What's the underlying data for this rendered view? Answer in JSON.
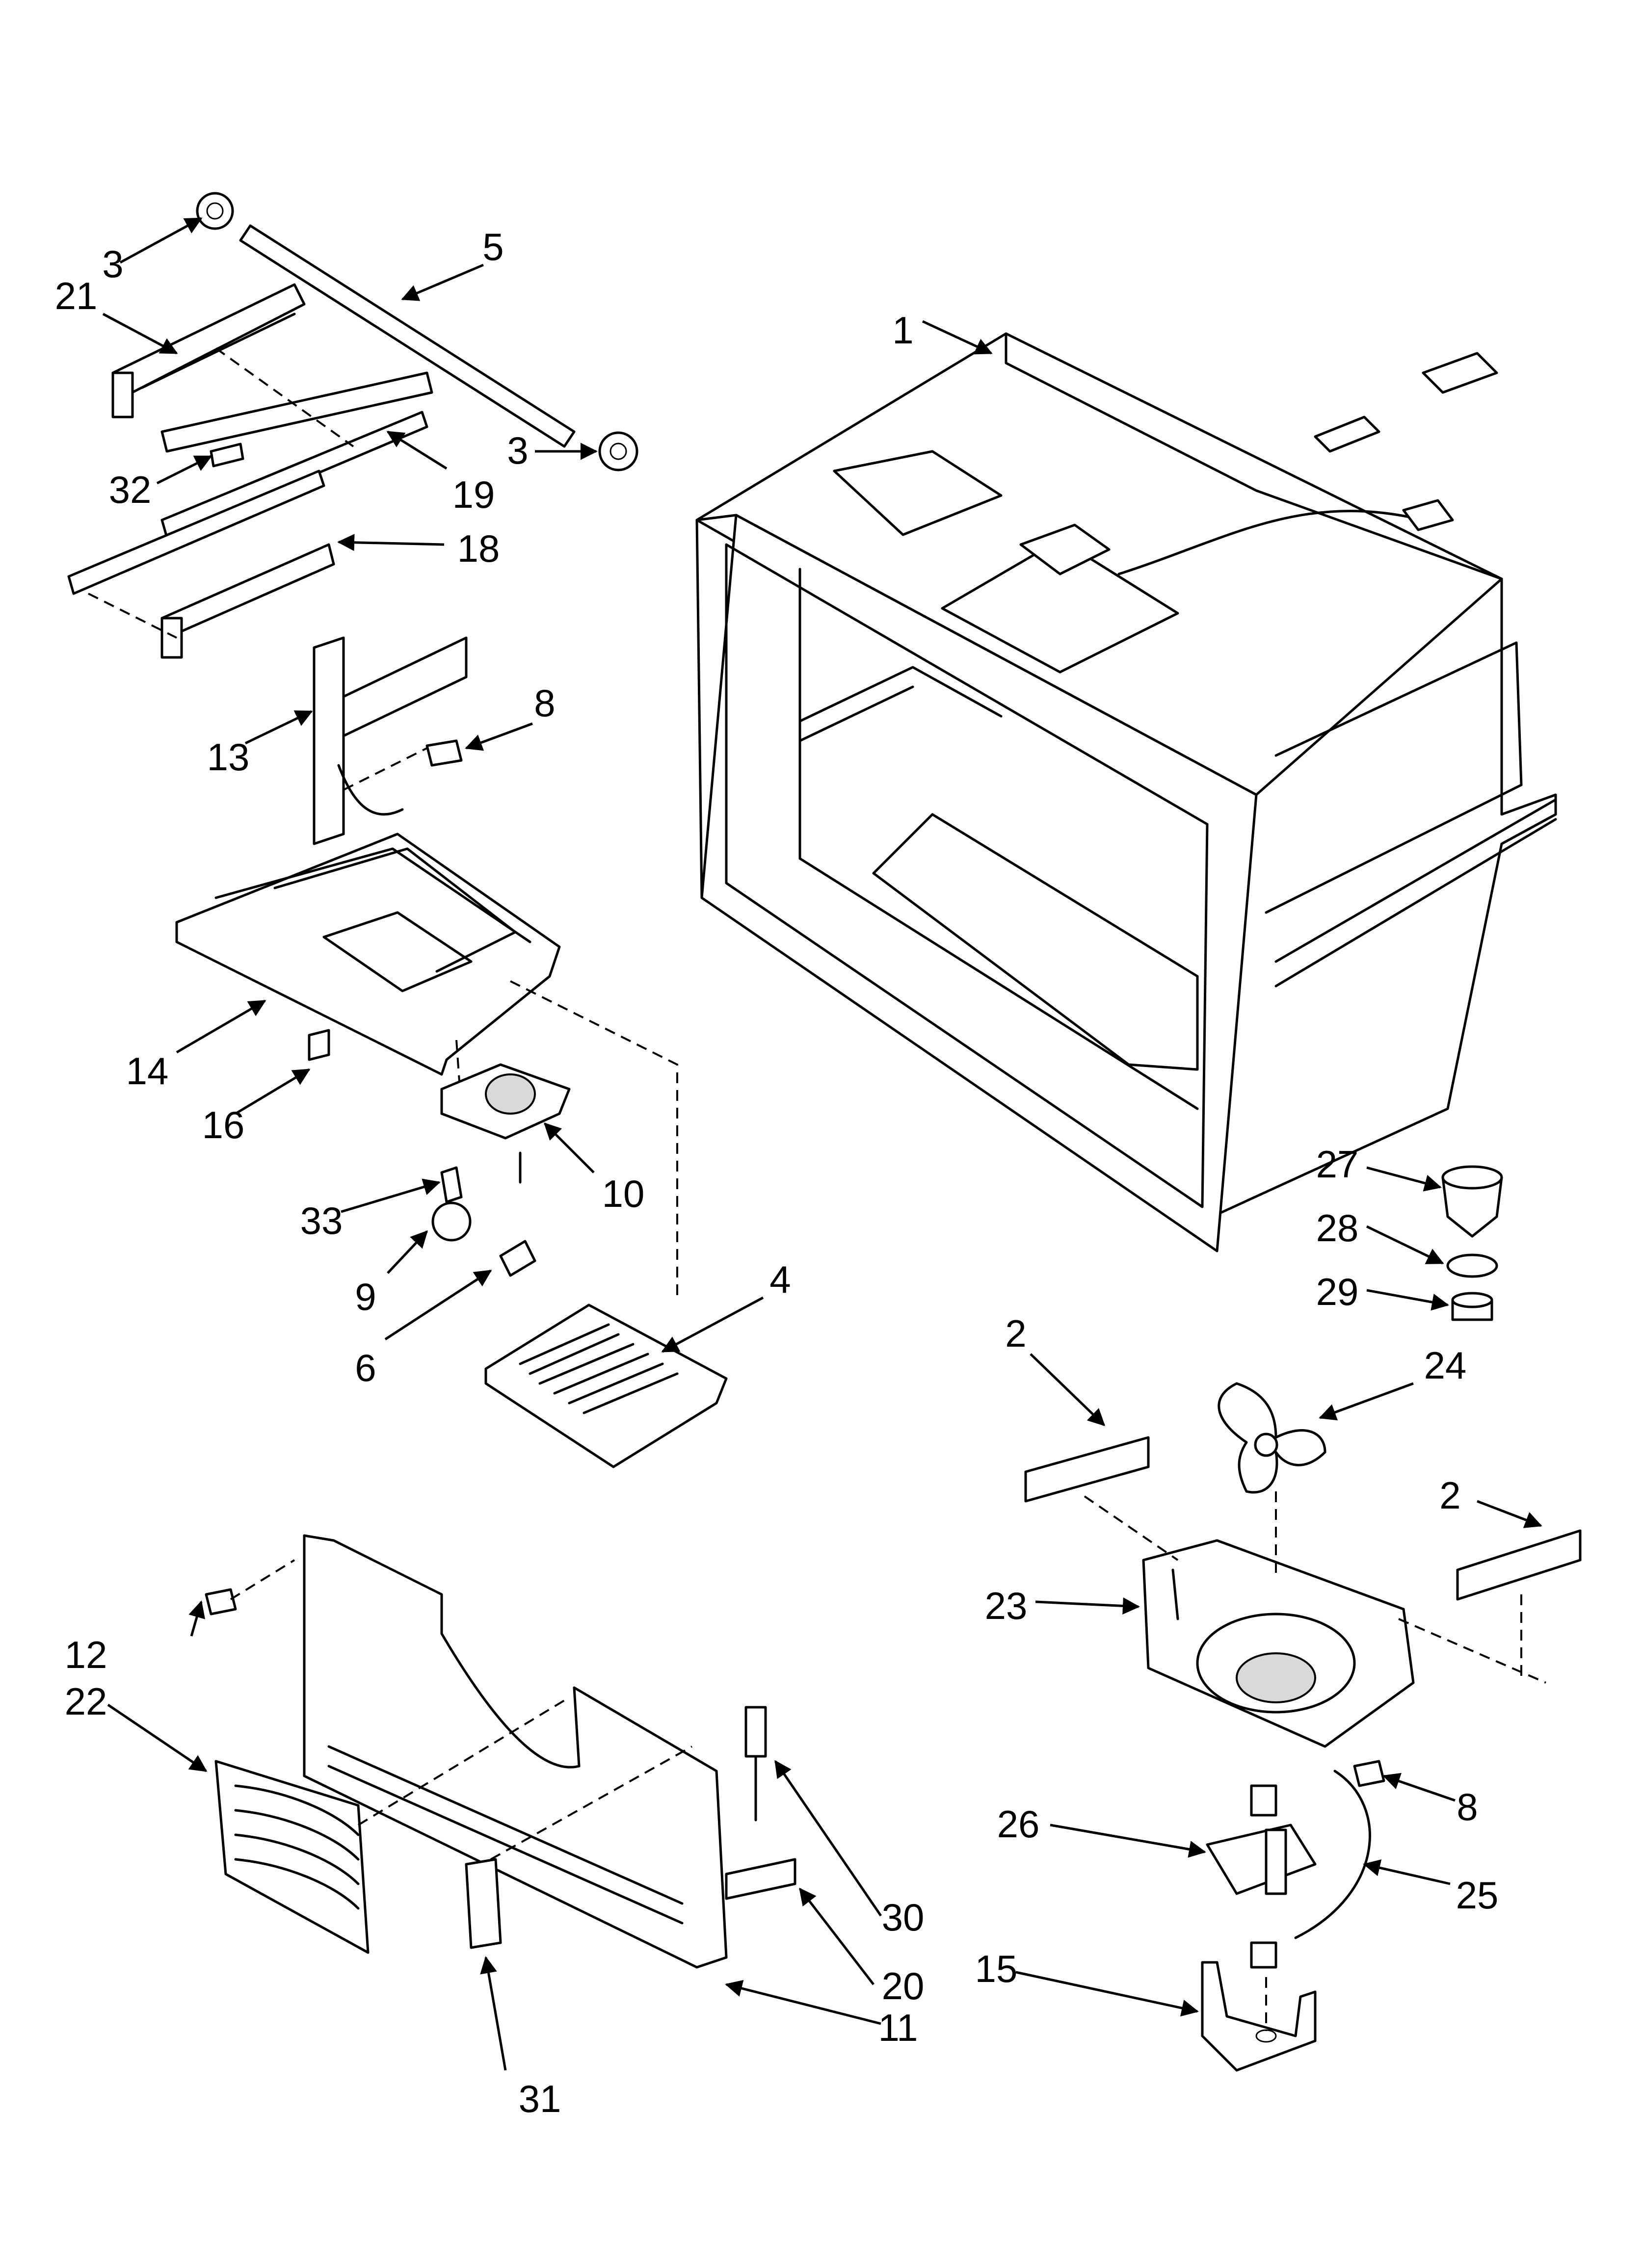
{
  "callouts": {
    "c1": "1",
    "c2a": "2",
    "c2b": "2",
    "c3a": "3",
    "c3b": "3",
    "c4": "4",
    "c5": "5",
    "c6": "6",
    "c8a": "8",
    "c8b": "8",
    "c9": "9",
    "c10": "10",
    "c11": "11",
    "c12": "12",
    "c13": "13",
    "c14": "14",
    "c15": "15",
    "c16": "16",
    "c18": "18",
    "c19": "19",
    "c20": "20",
    "c21": "21",
    "c22": "22",
    "c23": "23",
    "c24": "24",
    "c25": "25",
    "c26": "26",
    "c27": "27",
    "c28": "28",
    "c29": "29",
    "c30": "30",
    "c31": "31",
    "c32": "32",
    "c33": "33"
  }
}
